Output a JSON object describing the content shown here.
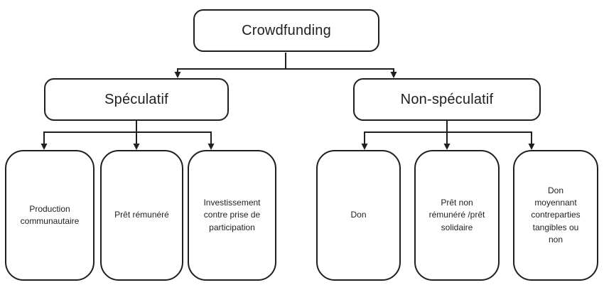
{
  "colors": {
    "line": "#1f1f1f",
    "text": "#1f1f1f",
    "background": "#ffffff"
  },
  "root": {
    "label": "Crowdfunding"
  },
  "branches": [
    {
      "label": "Spéculatif"
    },
    {
      "label": "Non-spéculatif"
    }
  ],
  "leaves": [
    {
      "label": "Production communautaire"
    },
    {
      "label": "Prêt rémunéré"
    },
    {
      "label": "Investissement contre prise de participation"
    },
    {
      "label": "Don"
    },
    {
      "label": "Prêt non rémunéré /prêt solidaire"
    },
    {
      "label": "Don moyennant contreparties tangibles ou non"
    }
  ]
}
